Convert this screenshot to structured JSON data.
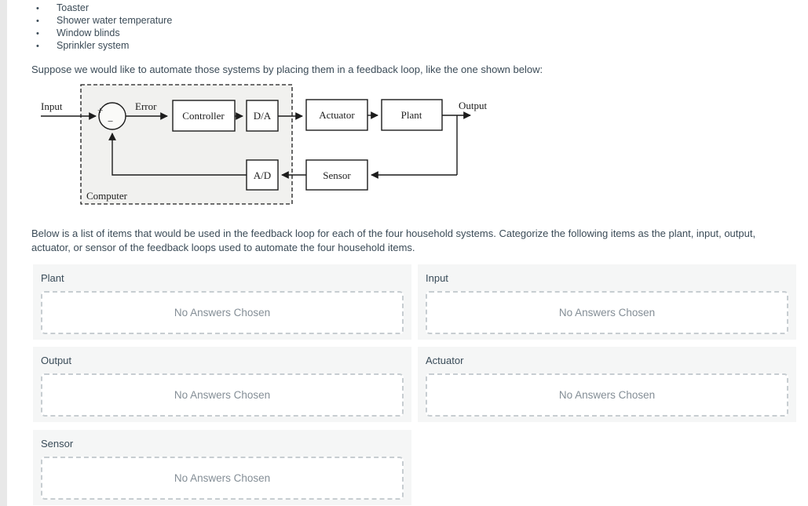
{
  "intro": {
    "bullets": [
      "Toaster",
      "Shower water temperature",
      "Window blinds",
      "Sprinkler system"
    ],
    "prompt": "Suppose we would like to automate those systems by placing them in a feedback loop, like the one shown below:",
    "categorize": "Below is a list of items that would be used in the feedback loop for each of the four household systems.  Categorize the following items as the plant, input, output, actuator, or sensor of the feedback loops used to automate the four household items."
  },
  "diagram": {
    "labels": {
      "input": "Input",
      "error": "Error",
      "controller": "Controller",
      "da": "D/A",
      "actuator": "Actuator",
      "plant": "Plant",
      "output": "Output",
      "sensor": "Sensor",
      "ad": "A/D",
      "computer": "Computer",
      "plus": "+",
      "minus": "−"
    }
  },
  "dropzones": {
    "empty_label": "No Answers Chosen",
    "zones": [
      {
        "label": "Plant"
      },
      {
        "label": "Input"
      },
      {
        "label": "Output"
      },
      {
        "label": "Actuator"
      },
      {
        "label": "Sensor"
      }
    ]
  },
  "colors": {
    "card_bg": "#f5f6f6",
    "dashed_border": "#c7cdd1",
    "muted_text": "#848e96",
    "ink": "#2d3b45",
    "diagram_bg": "#f1f1ef"
  }
}
